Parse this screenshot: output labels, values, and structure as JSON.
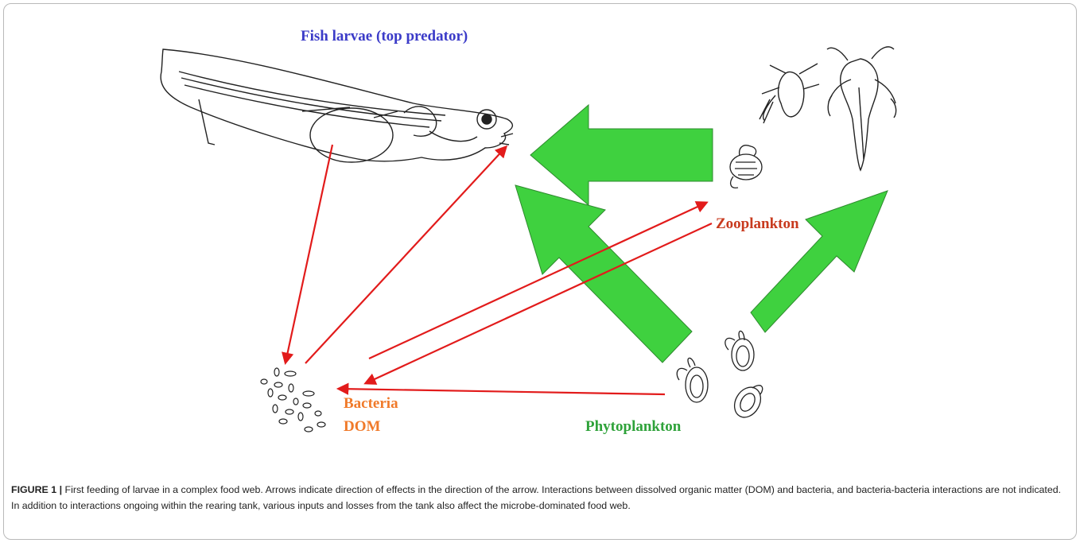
{
  "labels": {
    "fish": "Fish larvae (top predator)",
    "zooplankton": "Zooplankton",
    "bacteria": "Bacteria",
    "dom": "DOM",
    "phytoplankton": "Phytoplankton"
  },
  "caption": {
    "figure_label": "FIGURE 1 |",
    "text": " First feeding of larvae in a complex food web. Arrows indicate direction of effects in the direction of the arrow. Interactions between dissolved organic matter (DOM) and bacteria, and bacteria-bacteria interactions are not indicated. In addition to interactions ongoing within the rearing tank, various inputs and losses from the tank also affect the microbe-dominated food web."
  },
  "colors": {
    "fish_label": "#3b3bc8",
    "zooplankton_label": "#c83a1e",
    "bacteria_label": "#f07a2a",
    "phytoplankton_label": "#2fa23a",
    "red_arrow": "#e21b1b",
    "green_arrow": "#3fd13f",
    "green_arrow_stroke": "#2e8a2e"
  },
  "icons": {
    "fish": "fish-larva-drawing",
    "copepods": "copepod-drawing",
    "rotifer": "rotifer-drawing",
    "algae": "phytoplankton-cell-drawing",
    "bacteria": "bacteria-cells-drawing"
  }
}
